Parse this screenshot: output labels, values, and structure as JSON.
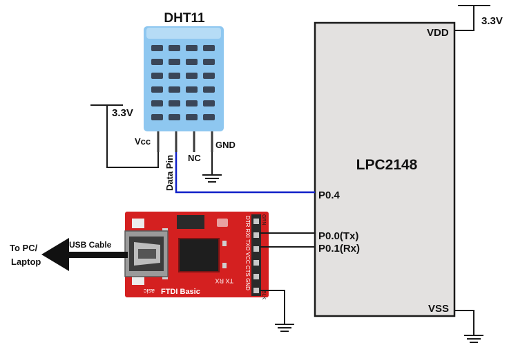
{
  "sensor": {
    "title": "DHT11",
    "pins": {
      "vcc": "Vcc",
      "data": "Data Pin",
      "nc": "NC",
      "gnd": "GND"
    },
    "supply": "3.3V"
  },
  "mcu": {
    "name": "LPC2148",
    "vdd": "VDD",
    "vss": "VSS",
    "supply": "3.3V",
    "pins": {
      "p04": "P0.4",
      "p00": "P0.0(Tx)",
      "p01": "P0.1(Rx)"
    }
  },
  "ftdi": {
    "label": "FTDI Basic",
    "sublabel": "asic",
    "tx_rx": "TX RX",
    "header_pins": "DTR RXI TXO VCC CTS GND",
    "grn": "GRN",
    "blk": "BLK"
  },
  "usb": {
    "cable": "USB Cable",
    "target_line1": "To PC/",
    "target_line2": "Laptop"
  },
  "colors": {
    "board_red": "#d42020",
    "sensor_blue": "#8ec7f0",
    "sensor_grille": "#3a4658",
    "mcu_fill": "#e3e1e0",
    "data_wire": "#1020c8"
  }
}
